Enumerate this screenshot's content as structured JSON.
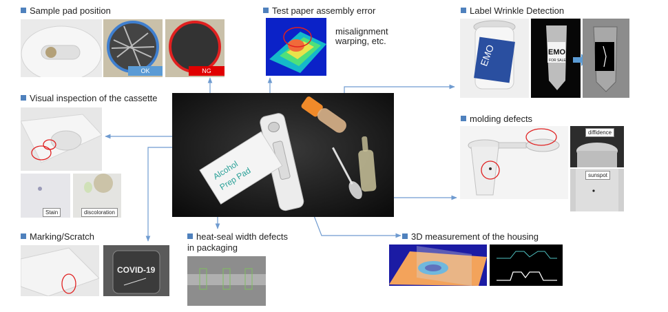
{
  "sections": {
    "sample_pad": {
      "title": "Sample pad position",
      "ok_label": "OK",
      "ng_label": "NG"
    },
    "test_paper": {
      "title": "Test paper assembly error",
      "note_line1": "misalignment",
      "note_line2": "warping, etc."
    },
    "label_wrinkle": {
      "title": "Label Wrinkle Detection",
      "label_text": "EMO",
      "label_sub": "FOR SALE"
    },
    "visual_cassette": {
      "title": "Visual inspection of the cassette",
      "stain_label": "Stain",
      "discoloration_label": "discoloration"
    },
    "molding": {
      "title": "molding defects",
      "diffidence_label": "diffidence",
      "sunspot_label": "sunspot"
    },
    "marking": {
      "title": "Marking/Scratch",
      "emboss_text": "COVID-19"
    },
    "heat_seal": {
      "title_line1": "heat-seal width defects",
      "title_line2": "in packaging"
    },
    "measure3d": {
      "title": "3D measurement of the housing"
    }
  },
  "center_photo": {
    "pad_line1": "Alcohol",
    "pad_line2": "Prep Pad"
  },
  "colors": {
    "accent": "#4f81bd",
    "arrow": "#6f9bd0",
    "defect_ring": "#e02020",
    "ok_badge": "#5b9bd5",
    "ng_badge": "#e00000"
  }
}
